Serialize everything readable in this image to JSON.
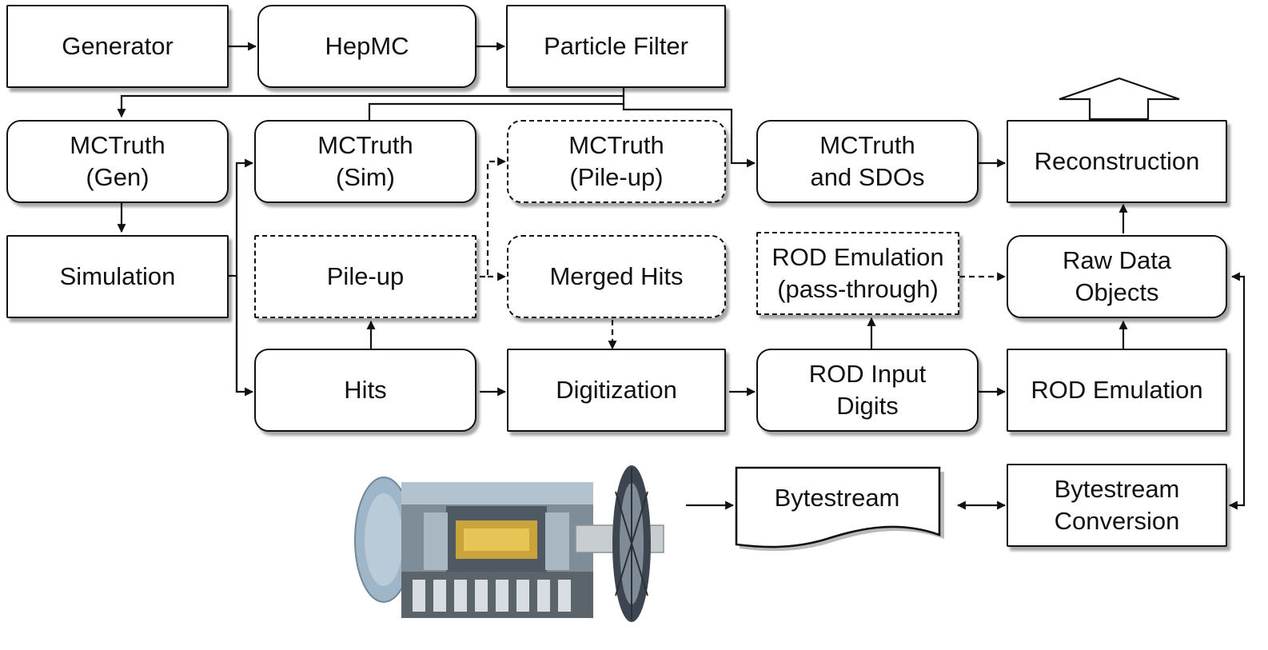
{
  "nodes": {
    "generator": "Generator",
    "hepmc": "HepMC",
    "particle_filter": "Particle Filter",
    "mctruth_gen": "MCTruth\n(Gen)",
    "mctruth_sim": "MCTruth\n(Sim)",
    "mctruth_pileup": "MCTruth\n(Pile-up)",
    "mctruth_sdos": "MCTruth\nand SDOs",
    "reconstruction": "Reconstruction",
    "simulation": "Simulation",
    "pileup": "Pile-up",
    "merged_hits": "Merged Hits",
    "rod_emulation_pass": "ROD Emulation\n(pass-through)",
    "raw_data_objects": "Raw Data\nObjects",
    "hits": "Hits",
    "digitization": "Digitization",
    "rod_input_digits": "ROD Input\nDigits",
    "rod_emulation": "ROD Emulation",
    "bytestream": "Bytestream",
    "bytestream_conversion": "Bytestream\nConversion"
  },
  "colors": {
    "line": "#111111",
    "box_fill": "#ffffff"
  },
  "icons": {
    "detector": "atlas-detector-illustration"
  }
}
